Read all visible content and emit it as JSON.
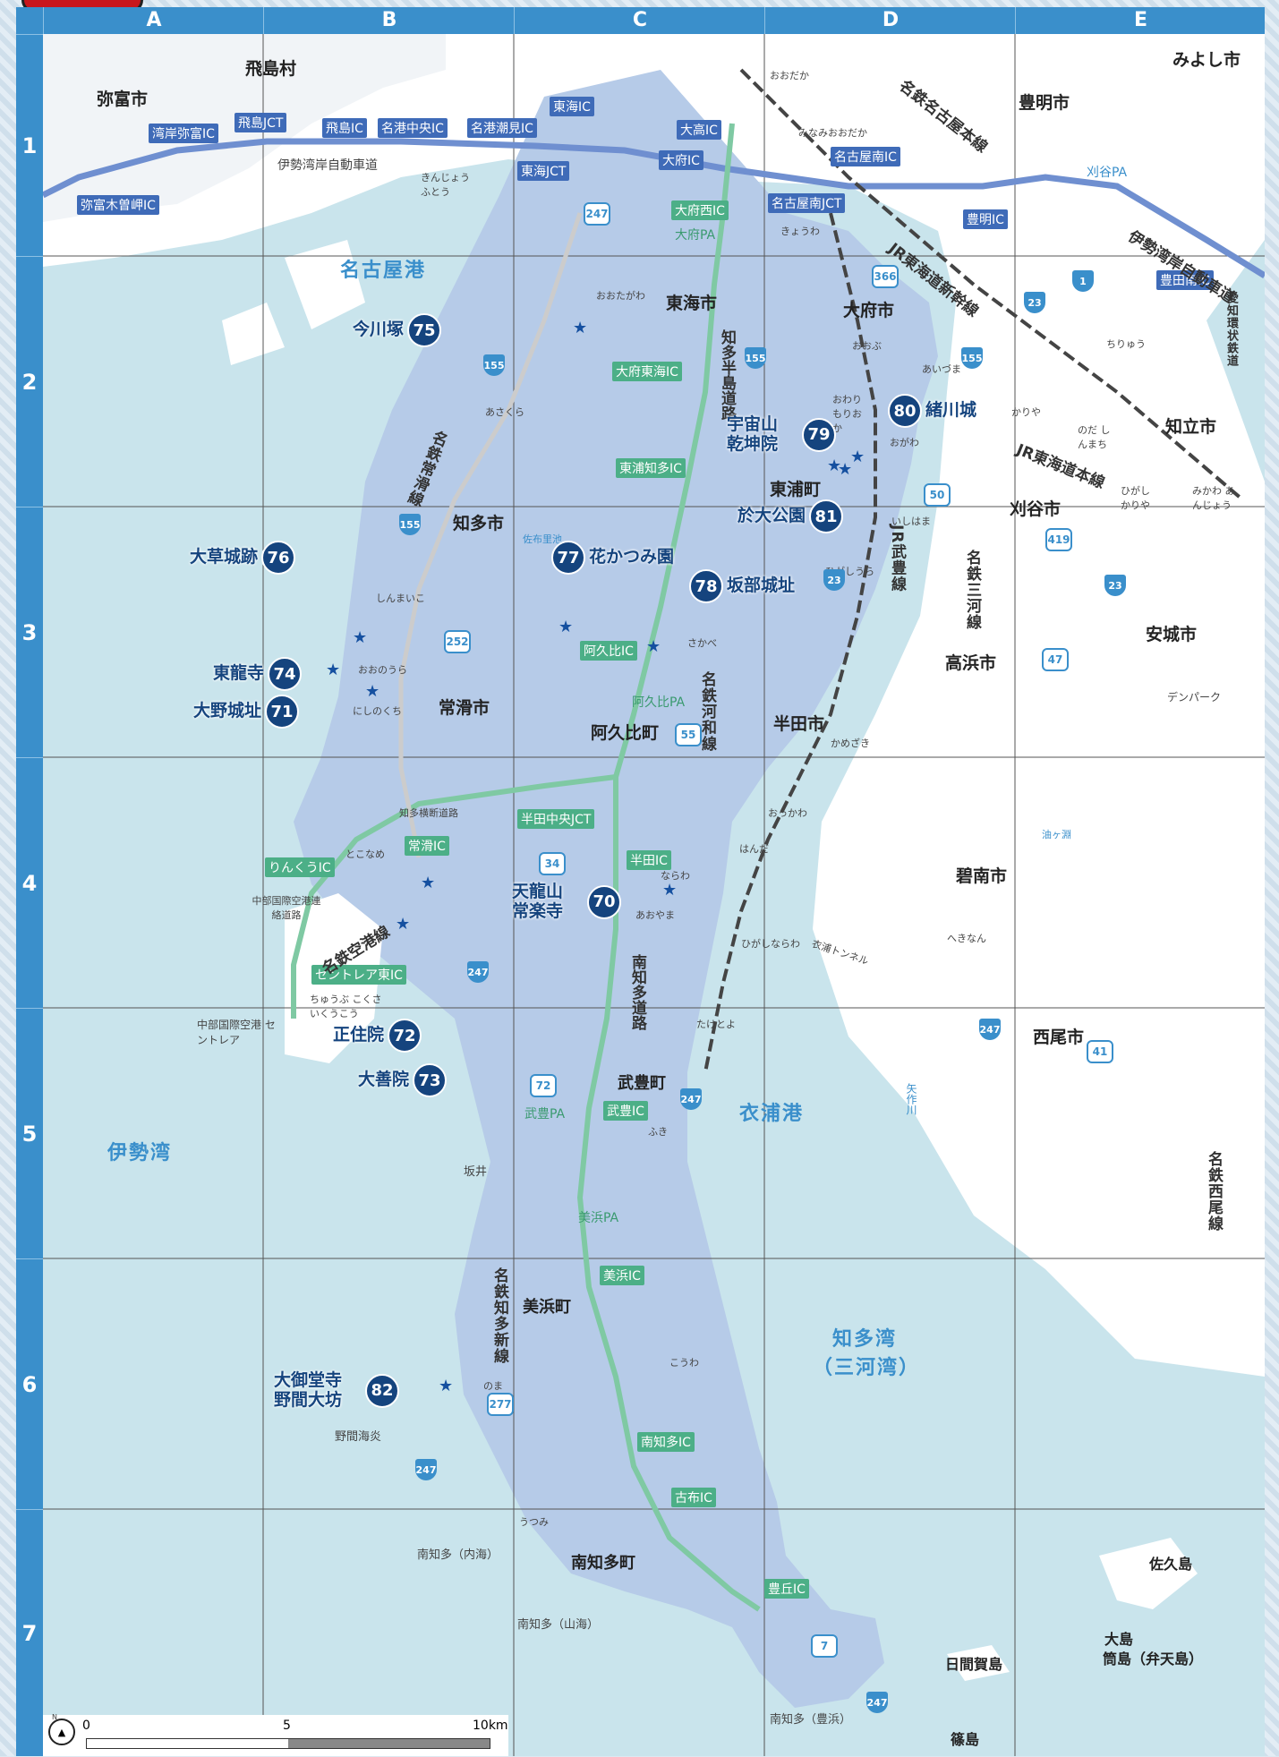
{
  "grid": {
    "columns": [
      "A",
      "B",
      "C",
      "D",
      "E"
    ],
    "rows": [
      "1",
      "2",
      "3",
      "4",
      "5",
      "6",
      "7"
    ]
  },
  "cities": {
    "yatomi": "弥富市",
    "tobishima": "飛島村",
    "toyoake": "豊明市",
    "miyoshi": "みよし市",
    "tokai": "東海市",
    "obu": "大府市",
    "chiryu": "知立市",
    "chita": "知多市",
    "kariya": "刈谷市",
    "higashiura": "東浦町",
    "tokoname": "常滑市",
    "agui": "阿久比町",
    "handa": "半田市",
    "takahama": "高浜市",
    "anjo": "安城市",
    "hekinan": "碧南市",
    "nishio": "西尾市",
    "taketoyo": "武豊町",
    "mihama": "美浜町",
    "minamichita": "南知多町"
  },
  "water": {
    "nagoya_port": "名古屋港",
    "ise_bay": "伊勢湾",
    "kinuura_port": "衣浦港",
    "chita_bay": "知多湾",
    "mikawa_bay": "（三河湾）",
    "aburagafuchi": "油ヶ淵"
  },
  "islands": {
    "sakushima": "佐久島",
    "oshima": "大島",
    "tsutsushima": "筒島（弁天島）",
    "himakajima": "日間賀島",
    "shinojima": "篠島"
  },
  "interchanges_blue": {
    "yatomi_kisozaki": "弥富木曽岬IC",
    "wangan_yatomi": "湾岸弥富IC",
    "tobishima_jct": "飛島JCT",
    "tobishima_ic": "飛島IC",
    "meiko_chuo": "名港中央IC",
    "meiko_shiomi": "名港潮見IC",
    "tokai_ic": "東海IC",
    "tokai_jct": "東海JCT",
    "odaka": "大高IC",
    "obu_ic": "大府IC",
    "nagoya_minami_ic": "名古屋南IC",
    "nagoya_minami_jct": "名古屋南JCT",
    "toyoake_ic": "豊明IC",
    "toyota_minami_ic": "豊田南IC"
  },
  "interchanges_green": {
    "obu_nishi": "大府西IC",
    "obu_tokai": "大府東海IC",
    "higashiura_chita": "東浦知多IC",
    "agui_ic": "阿久比IC",
    "handa_chuo_jct": "半田中央JCT",
    "handa_ic": "半田IC",
    "tokoname_ic": "常滑IC",
    "rinku_ic": "りんくうIC",
    "centrair_higashi": "セントレア東IC",
    "taketoyo_ic": "武豊IC",
    "mihama_ic": "美浜IC",
    "minamichita_ic": "南知多IC",
    "kofu_ic": "古布IC",
    "toyooka_ic": "豊丘IC"
  },
  "parking": {
    "obu_pa": "大府PA",
    "agui_pa": "阿久比PA",
    "taketoyo_pa": "武豊PA",
    "mihama_pa": "美浜PA",
    "kariya_pa": "刈谷PA"
  },
  "roads": {
    "isewangan": "伊勢湾岸自動車道",
    "isewangan_e": "伊勢湾岸自動車道",
    "chitahanto": "知多半島道路",
    "minamichita": "南知多道路",
    "chita_odan": "知多横断道路",
    "chubu_airport_road": "中部国際空港連絡道路"
  },
  "railways": {
    "meitetsu_nagoya": "名鉄名古屋本線",
    "jr_shinkansen": "JR東海道新幹線",
    "jr_tokaido": "JR東海道本線",
    "meitetsu_tokoname": "名鉄常滑線",
    "meitetsu_kowa": "名鉄河和線",
    "jr_taketoyo": "JR武豊線",
    "meitetsu_mikawa": "名鉄三河線",
    "meitetsu_airport": "名鉄空港線",
    "meitetsu_chitashin": "名鉄知多新線",
    "meitetsu_nishio": "名鉄西尾線",
    "aichi_kanjo": "愛知環状鉄道",
    "kinuura_tunnel": "衣浦トンネル",
    "yahagi_river": "矢作川"
  },
  "stations": {
    "kinjo_futo": "きんじょう ふとう",
    "odaka": "おおだか",
    "minami_odaka": "みなみおおだか",
    "kyowa": "きょうわ",
    "otagawa": "おおたがわ",
    "obu": "おおぶ",
    "owari_morioka": "おわり もりおか",
    "ogawa": "おがわ",
    "aizuma": "あいづま",
    "chiryu": "ちりゅう",
    "kariya": "かりや",
    "noda_shinmachi": "のだ しんまち",
    "higashi_kariya": "ひがし かりや",
    "mikawa_anjo": "みかわ あんじょう",
    "asakura": "あさくら",
    "ishihama": "いしはま",
    "higashiura": "ひがしうら",
    "shinmaiko": "しんまいこ",
    "onoura": "おおのうら",
    "nishinokuchi": "にしのくち",
    "sakabe": "さかべ",
    "kamezaki": "かめざき",
    "tokoname": "とこなめ",
    "chubu_kokusai_kuko": "ちゅうぶ こくさいくうこう",
    "otsukawa": "おっかわ",
    "handa": "はんだ",
    "narawa": "ならわ",
    "aoyama": "あおやま",
    "higashi_narawa": "ひがしならわ",
    "taketoyo": "たけとよ",
    "fuki": "ふき",
    "kowa": "こうわ",
    "noma": "のま",
    "utsumi": "うつみ",
    "hekinan": "へきなん"
  },
  "places": {
    "sakai": "坂井",
    "noma_kaien": "野間海炎",
    "minamichita_uchiumi": "南知多（内海）",
    "minamichita_yamaumi": "南知多（山海）",
    "minamichita_toyohama": "南知多（豊浜）",
    "centrair": "中部国際空港 セントレア",
    "saburoike": "佐布里池",
    "denpark": "デンパーク"
  },
  "pois": [
    {
      "num": "75",
      "name": "今川塚"
    },
    {
      "num": "76",
      "name": "大草城跡"
    },
    {
      "num": "74",
      "name": "東龍寺"
    },
    {
      "num": "71",
      "name": "大野城址"
    },
    {
      "num": "77",
      "name": "花かつみ園"
    },
    {
      "num": "78",
      "name": "坂部城址"
    },
    {
      "num": "79",
      "name": "宇宙山 乾坤院"
    },
    {
      "num": "80",
      "name": "緒川城"
    },
    {
      "num": "81",
      "name": "於大公園"
    },
    {
      "num": "70",
      "name": "天龍山 常楽寺"
    },
    {
      "num": "72",
      "name": "正住院"
    },
    {
      "num": "73",
      "name": "大善院"
    },
    {
      "num": "82",
      "name": "大御堂寺 野間大坊"
    }
  ],
  "routes": {
    "r247a": "247",
    "r366": "366",
    "r155a": "155",
    "r155b": "155",
    "r155c": "155",
    "r155d": "155",
    "r1": "1",
    "r23a": "23",
    "r23b": "23",
    "r23c": "23",
    "r50": "50",
    "r419": "419",
    "r252": "252",
    "r47": "47",
    "r55": "55",
    "r34": "34",
    "r247b": "247",
    "r247c": "247",
    "r247d": "247",
    "r41": "41",
    "r72": "72",
    "r277": "277",
    "r247e": "247",
    "r7": "7",
    "r247f": "247"
  },
  "scale": {
    "zero": "0",
    "five": "5",
    "ten": "10km",
    "north": "N"
  },
  "colors": {
    "land_peninsula": "#b6cbe8",
    "land_other": "#ffffff",
    "sea": "#c9e4ec",
    "accent": "#3a8fcb",
    "poi": "#15447e"
  }
}
